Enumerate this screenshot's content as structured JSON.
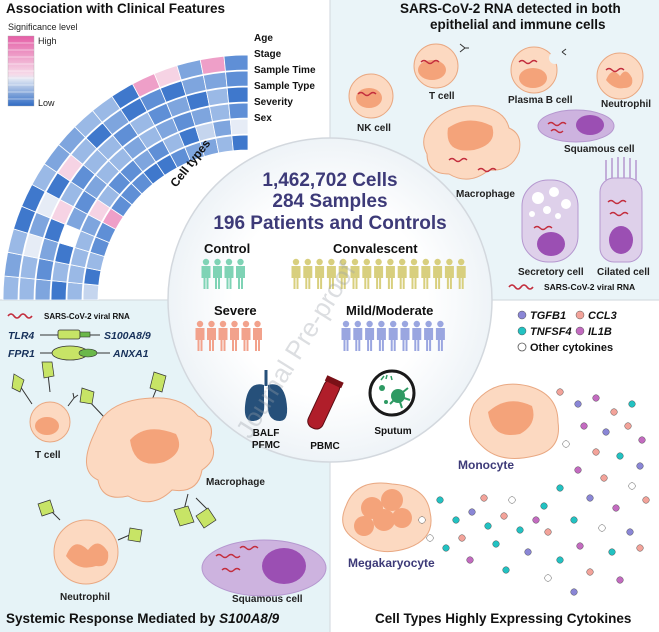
{
  "panels": {
    "top_left_title": "Association with Clinical Features",
    "top_right_title_line1": "SARS-CoV-2 RNA detected in both",
    "top_right_title_line2": "epithelial and immune cells",
    "bottom_left_title": "Systemic Response Mediated by ",
    "bottom_left_title_italic": "S100A8/9",
    "bottom_right_title": "Cell Types Highly Expressing Cytokines"
  },
  "legend": {
    "title": "Significance level",
    "high": "High",
    "low": "Low",
    "colors": {
      "high": "#e55ea6",
      "low": "#2f6bc4"
    }
  },
  "heatmap": {
    "features": [
      "Age",
      "Stage",
      "Sample Time",
      "Sample Type",
      "Severity",
      "Sex"
    ],
    "axis_label": "Cell types"
  },
  "center": {
    "cells": "1,462,702 Cells",
    "samples": "284 Samples",
    "patients": "196 Patients and Controls",
    "groups": {
      "control": "Control",
      "convalescent": "Convalescent",
      "severe": "Severe",
      "mild": "Mild/Moderate"
    },
    "sources": {
      "balf_line1": "BALF",
      "balf_line2": "PFMC",
      "pbmc": "PBMC",
      "sputum": "Sputum"
    },
    "colors": {
      "control": "#7fd3b5",
      "convalescent": "#d8cf7e",
      "severe": "#f2a28c",
      "mild": "#9aa6e0"
    }
  },
  "top_right": {
    "cells": {
      "nk": "NK cell",
      "t": "T cell",
      "plasma_b": "Plasma B cell",
      "neutrophil": "Neutrophil",
      "squamous": "Squamous cell",
      "macrophage": "Macrophage",
      "secretory": "Secretory cell",
      "ciliated": "Cilated cell"
    },
    "rna_legend": "SARS-CoV-2 viral RNA"
  },
  "bottom_left": {
    "rna_legend": "SARS-CoV-2 viral RNA",
    "genes": {
      "tlr4": "TLR4",
      "s100a89": "S100A8/9",
      "fpr1": "FPR1",
      "anxa1": "ANXA1"
    },
    "cells": {
      "t": "T cell",
      "macrophage": "Macrophage",
      "neutrophil": "Neutrophil",
      "squamous": "Squamous cell"
    }
  },
  "bottom_right": {
    "cytokines": {
      "tgfb1": "TGFB1",
      "ccl3": "CCL3",
      "tnfsf4": "TNFSF4",
      "il1b": "IL1B",
      "other": "Other cytokines"
    },
    "cells": {
      "monocyte": "Monocyte",
      "megakaryocyte": "Megakaryocyte"
    },
    "colors": {
      "tgfb1": "#8a86d6",
      "ccl3": "#f3a39a",
      "tnfsf4": "#22c2c2",
      "il1b": "#c36bc0",
      "other": "#ffffff"
    }
  },
  "watermark": "Journal Pre-proof"
}
